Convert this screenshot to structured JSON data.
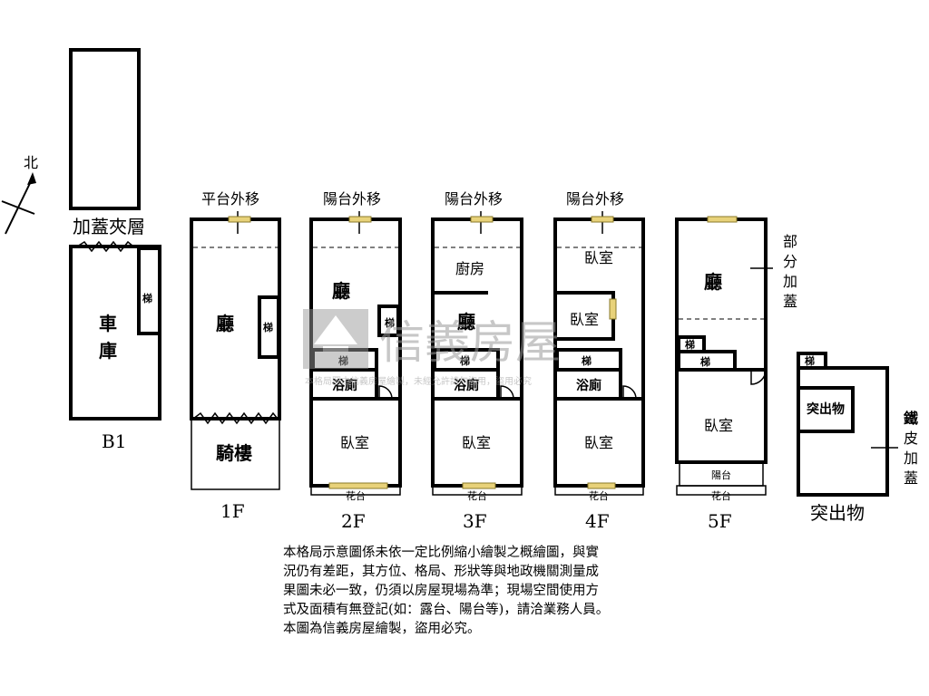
{
  "compass": {
    "label": "北"
  },
  "mezzanine": {
    "label": "加蓋夾層"
  },
  "b1": {
    "caption": "B1",
    "stair": "梯",
    "garage_line1": "車",
    "garage_line2": "庫"
  },
  "f1": {
    "caption": "1F",
    "top": "平台外移",
    "hall": "廳",
    "stair": "梯",
    "arcade": "騎樓"
  },
  "f2": {
    "caption": "2F",
    "top": "陽台外移",
    "hall": "廳",
    "stair1": "梯",
    "stair2": "梯",
    "bath": "浴廁",
    "bedroom": "臥室",
    "flower": "花台"
  },
  "f3": {
    "caption": "3F",
    "top": "陽台外移",
    "kitchen": "廚房",
    "hall": "廳",
    "stair": "梯",
    "bath": "浴廁",
    "bedroom": "臥室",
    "flower": "花台"
  },
  "f4": {
    "caption": "4F",
    "top": "陽台外移",
    "bedroom_top": "臥室",
    "bedroom_mid": "臥室",
    "stair": "梯",
    "bath": "浴廁",
    "bedroom": "臥室",
    "flower": "花台"
  },
  "f5": {
    "caption": "5F",
    "hall": "廳",
    "stair1": "梯",
    "stair2": "梯",
    "bedroom": "臥室",
    "balcony": "陽台",
    "flower": "花台",
    "side": [
      "部",
      "分",
      "加",
      "蓋"
    ]
  },
  "roof": {
    "caption": "突出物",
    "stair": "梯",
    "inner": "突出物",
    "side": [
      "鐵",
      "皮",
      "加",
      "蓋"
    ]
  },
  "watermark": {
    "brand": "信義房屋",
    "line": "本格局圖由信義房屋繪製，未經允許請勿盜用，盜用必究"
  },
  "note": {
    "lines": [
      "本格局示意圖係未依一定比例縮小繪製之概繪圖，與實",
      "況仍有差距，其方位、格局、形狀等與地政機關測量成",
      "果圖未必一致，仍須以房屋現場為準；現場空間使用方",
      "式及面積有無登記(如：露台、陽台等)，請洽業務人員。",
      "本圖為信義房屋繪製，盜用必究。"
    ]
  }
}
